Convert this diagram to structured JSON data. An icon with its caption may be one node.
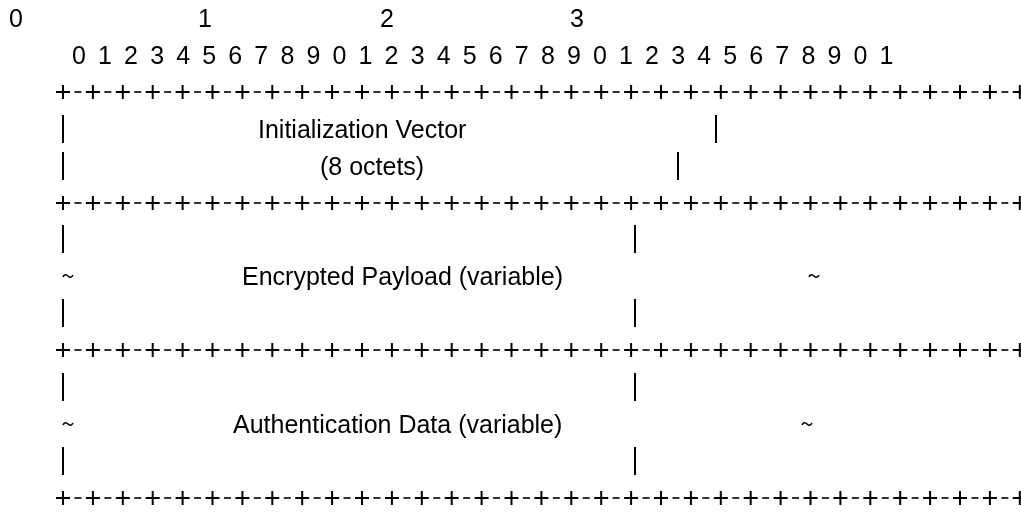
{
  "diagram": {
    "nodes": [
      {
        "text": [
          "Initialization Vector",
          "(8 octets)"
        ]
      },
      {
        "text": [
          "Encrypted Payload (variable)"
        ]
      },
      {
        "text": [
          "Authentication Data (variable)"
        ]
      }
    ],
    "labels": [
      "0",
      "1",
      "2",
      "3",
      "0 1 2 3 4 5 6 7 8 9 0 1 2 3 4 5 6 7 8 9 0 1 2 3 4 5 6 7 8 9 0 1"
    ]
  }
}
